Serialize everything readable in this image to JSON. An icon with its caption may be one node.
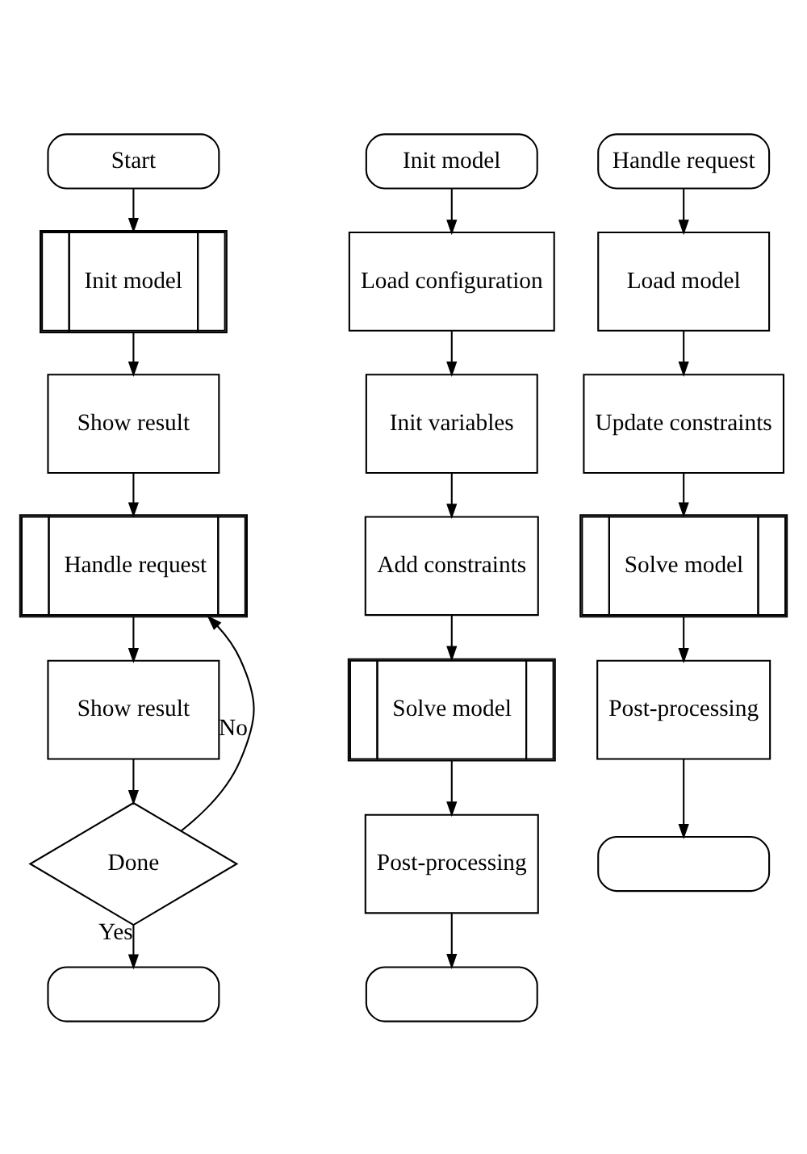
{
  "diagram": {
    "nodes": [
      {
        "text": [
          "Start"
        ]
      },
      {
        "text": [
          "Init model"
        ]
      },
      {
        "text": [
          "Show result"
        ]
      },
      {
        "text": [
          "Handle request"
        ]
      },
      {
        "text": [
          "Show result"
        ]
      },
      {
        "text": [
          "Done"
        ]
      },
      {
        "text": [],
        "shape": "stadium"
      },
      {
        "text": [
          "Init model"
        ]
      },
      {
        "text": [
          "Load configuration"
        ]
      },
      {
        "text": [
          "Init variables"
        ]
      },
      {
        "text": [
          "Add constraints"
        ]
      },
      {
        "text": [
          "Solve model"
        ]
      },
      {
        "text": [
          "Post-processing"
        ]
      },
      {
        "text": [],
        "shape": "stadium"
      },
      {
        "text": [
          "Handle request"
        ]
      },
      {
        "text": [
          "Load model"
        ]
      },
      {
        "text": [
          "Update constraints"
        ]
      },
      {
        "text": [
          "Solve model"
        ]
      },
      {
        "text": [
          "Post-processing"
        ]
      },
      {
        "text": [],
        "shape": "stadium"
      }
    ],
    "edges": [
      {
        "from": 0,
        "to": 1,
        "arrow": "to"
      },
      {
        "from": 1,
        "to": 2,
        "arrow": "to"
      },
      {
        "from": 2,
        "to": 3,
        "arrow": "to"
      },
      {
        "from": 3,
        "to": 4,
        "arrow": "to"
      },
      {
        "from": 4,
        "to": 5,
        "arrow": "to"
      },
      {
        "from": 5,
        "to": 3,
        "arrow": "to",
        "label": "No"
      },
      {
        "from": 5,
        "to": 6,
        "arrow": "to",
        "label": "Yes"
      },
      {
        "from": 7,
        "to": 8,
        "arrow": "to"
      },
      {
        "from": 8,
        "to": 9,
        "arrow": "to"
      },
      {
        "from": 9,
        "to": 10,
        "arrow": "to"
      },
      {
        "from": 10,
        "to": 11,
        "arrow": "to"
      },
      {
        "from": 11,
        "to": 12,
        "arrow": "to"
      },
      {
        "from": 12,
        "to": 13,
        "arrow": "to"
      },
      {
        "from": 14,
        "to": 15,
        "arrow": "to"
      },
      {
        "from": 15,
        "to": 16,
        "arrow": "to"
      },
      {
        "from": 16,
        "to": 17,
        "arrow": "to"
      },
      {
        "from": 17,
        "to": 18,
        "arrow": "to"
      },
      {
        "from": 18,
        "to": 19,
        "arrow": "to"
      }
    ]
  }
}
